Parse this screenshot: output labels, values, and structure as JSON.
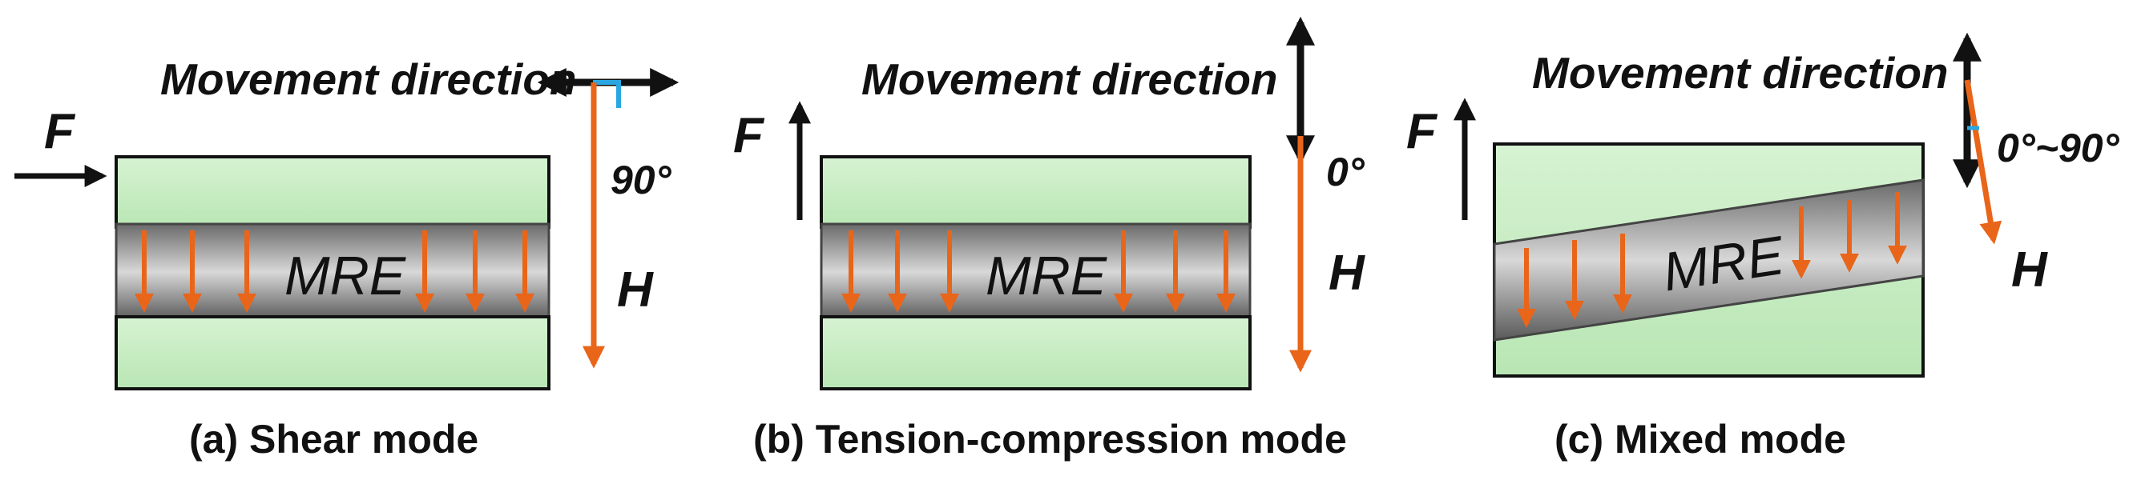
{
  "panels": [
    {
      "id": "a",
      "movement_label": "Movement direction",
      "force_label": "F",
      "field_label": "H",
      "angle_label": "90°",
      "material_label": "MRE",
      "caption": "(a) Shear mode"
    },
    {
      "id": "b",
      "movement_label": "Movement direction",
      "force_label": "F",
      "field_label": "H",
      "angle_label": "0°",
      "material_label": "MRE",
      "caption": "(b) Tension-compression  mode"
    },
    {
      "id": "c",
      "movement_label": "Movement direction",
      "force_label": "F",
      "field_label": "H",
      "angle_label": "0°~90°",
      "material_label": "MRE",
      "caption": "(c) Mixed mode"
    }
  ],
  "colors": {
    "plate_fill": "#c9edc5",
    "plate_stroke": "#111111",
    "mre_light": "#cfcfcf",
    "mre_dark": "#5a5a5a",
    "field_arrow": "#e8651a",
    "right_angle_marker": "#2aa7e0",
    "black_arrow": "#111111"
  }
}
